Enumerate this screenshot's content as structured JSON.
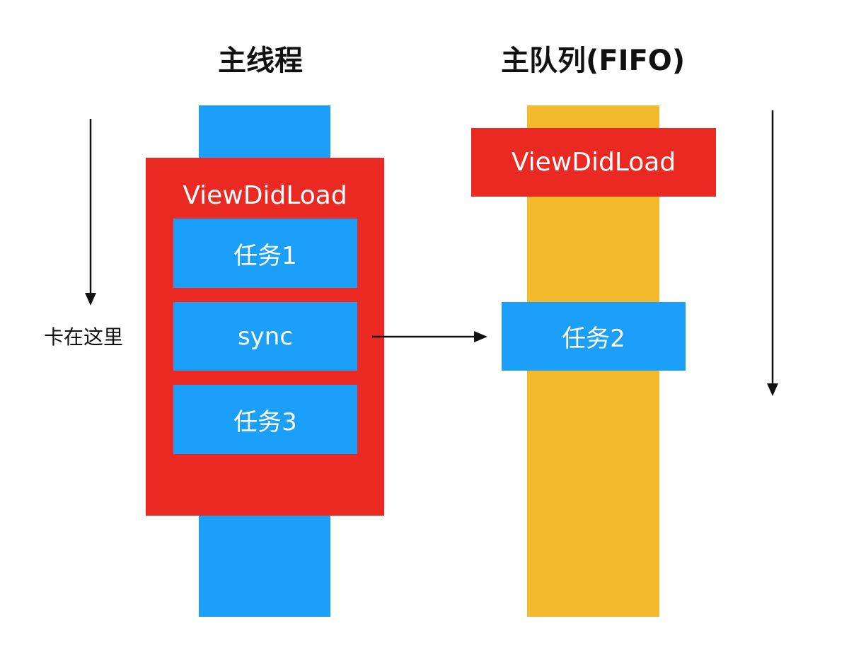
{
  "colors": {
    "thread_blue": "#1c9ff9",
    "frame_red": "#ea2a22",
    "queue_yellow": "#f5b92d",
    "text_dark": "#111111",
    "text_light": "#ffffff"
  },
  "main_thread": {
    "title": "主线程",
    "frame_label": "ViewDidLoad",
    "tasks": [
      "任务1",
      "sync",
      "任务3"
    ]
  },
  "main_queue": {
    "title": "主队列(FIFO)",
    "frame_label": "ViewDidLoad",
    "task": "任务2"
  },
  "stuck_note": "卡在这里"
}
